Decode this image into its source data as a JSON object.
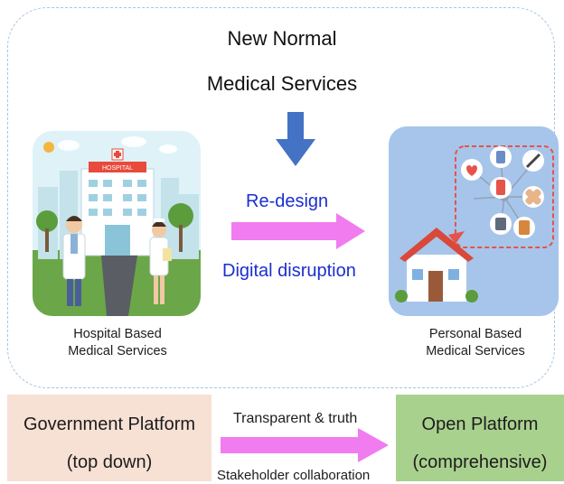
{
  "title": {
    "line1": "New Normal",
    "line2": "Medical Services"
  },
  "left_caption": {
    "line1": "Hospital Based",
    "line2": "Medical Services"
  },
  "right_caption": {
    "line1": "Personal Based",
    "line2": "Medical Services"
  },
  "arrow_labels": {
    "top": "Re-design",
    "bottom": "Digital disruption"
  },
  "hospital_sign": "HOSPITAL",
  "bottom": {
    "left_box": {
      "line1": "Government Platform",
      "line2": "(top down)"
    },
    "right_box": {
      "line1": "Open Platform",
      "line2": "(comprehensive)"
    },
    "arrow_top": "Transparent & truth",
    "arrow_bottom": "Stakeholder collaboration"
  },
  "colors": {
    "down_arrow": "#4472c4",
    "pink_arrow": "#f07cf0",
    "mid_text": "#1b2fcf",
    "gov_box": "#f7e0d4",
    "open_box": "#a9d18e",
    "frame": "#a8c6e0"
  },
  "icons": [
    "heart-icon",
    "medicine-bottle-icon",
    "thermometer-icon",
    "phone-icon",
    "bandage-icon",
    "pill-jar-icon",
    "doctor-icon",
    "nurse-icon",
    "house-icon"
  ]
}
